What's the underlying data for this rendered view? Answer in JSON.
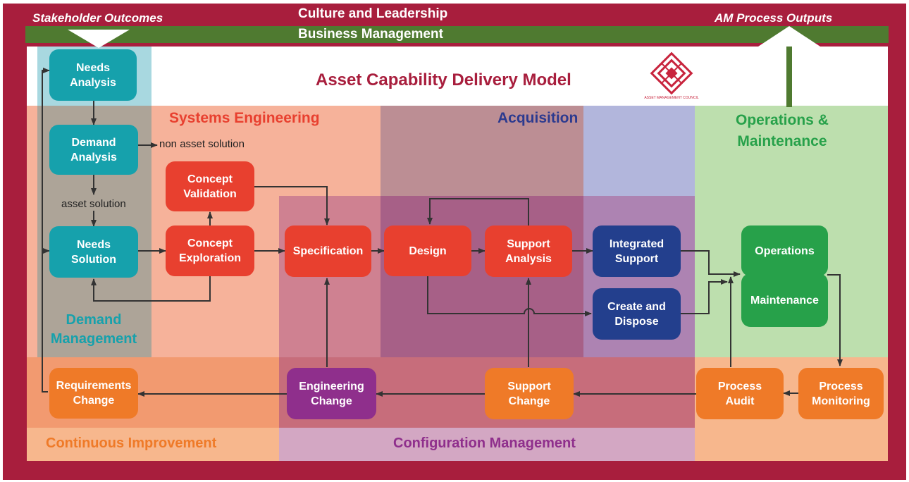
{
  "frame": {
    "top_left": "Stakeholder Outcomes",
    "top_center": "Culture and Leadership",
    "top_right": "AM Process Outputs",
    "band": "Business Management"
  },
  "model_title": "Asset Capability Delivery Model",
  "logo_caption": "ASSET MANAGEMENT COUNCIL",
  "zones": {
    "systems_engineering": "Systems Engineering",
    "acquisition": "Acquisition",
    "operations": "Operations &\nMaintenance",
    "demand": "Demand\nManagement",
    "continuous": "Continuous Improvement",
    "configuration": "Configuration Management"
  },
  "notes": {
    "non_asset": "non asset solution",
    "asset": "asset solution"
  },
  "boxes": {
    "needs_analysis": "Needs\nAnalysis",
    "demand_analysis": "Demand\nAnalysis",
    "needs_solution": "Needs\nSolution",
    "concept_validation": "Concept\nValidation",
    "concept_exploration": "Concept\nExploration",
    "specification": "Specification",
    "design": "Design",
    "support_analysis": "Support\nAnalysis",
    "integrated_support": "Integrated\nSupport",
    "create_dispose": "Create and\nDispose",
    "operations": "Operations",
    "maintenance": "Maintenance",
    "requirements_change": "Requirements\nChange",
    "engineering_change": "Engineering\nChange",
    "support_change": "Support\nChange",
    "process_audit": "Process\nAudit",
    "process_monitoring": "Process\nMonitoring"
  },
  "colors": {
    "frame": "#a81e3d",
    "band": "#4f7a30",
    "demand_box": "#16a1ac",
    "engineering_box": "#e8402f",
    "acquisition_box": "#233f8d",
    "operations_box": "#27a14a",
    "improvement_box": "#ef7a28",
    "configuration_box": "#8f2f8c"
  }
}
